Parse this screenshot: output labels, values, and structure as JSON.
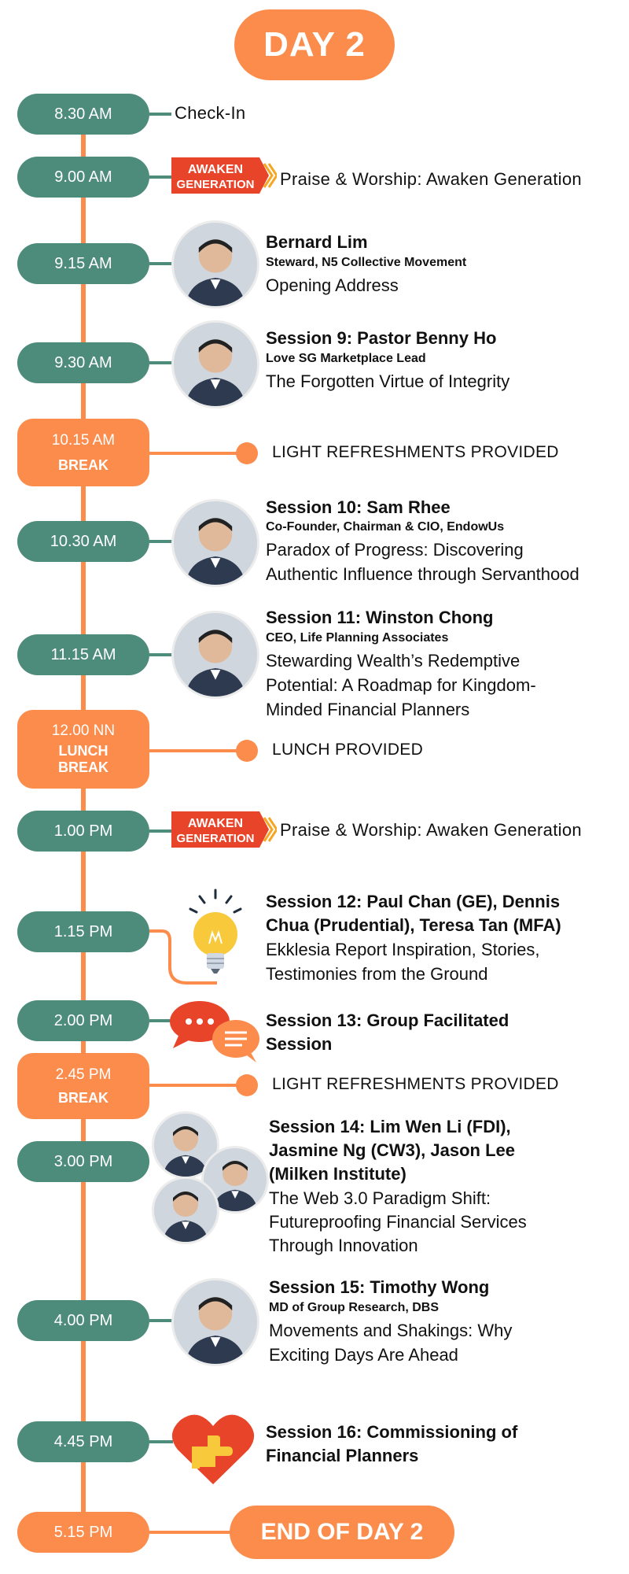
{
  "header": {
    "day": "DAY 2"
  },
  "logo_text": {
    "line1": "AWAKEN",
    "line2": "GENERATION"
  },
  "schedule": {
    "checkin": {
      "time": "8.30 AM",
      "label": "Check-In"
    },
    "worship1": {
      "time": "9.00 AM",
      "label": "Praise & Worship:  Awaken Generation"
    },
    "s_bernard": {
      "time": "9.15 AM",
      "title": "Bernard Lim",
      "sub": "Steward, N5 Collective Movement",
      "desc": "Opening Address"
    },
    "s9": {
      "time": "9.30 AM",
      "title": "Session 9: Pastor Benny Ho",
      "sub": "Love SG Marketplace Lead",
      "desc": "The Forgotten Virtue of Integrity"
    },
    "break1": {
      "time": "10.15 AM",
      "label": "BREAK",
      "note": "LIGHT REFRESHMENTS PROVIDED"
    },
    "s10": {
      "time": "10.30 AM",
      "title": "Session 10: Sam Rhee",
      "sub": "Co-Founder, Chairman & CIO, EndowUs",
      "desc1": "Paradox of Progress: Discovering",
      "desc2": "Authentic Influence through Servanthood"
    },
    "s11": {
      "time": "11.15 AM",
      "title": "Session 11: Winston Chong",
      "sub": "CEO, Life Planning Associates",
      "desc1": "Stewarding Wealth’s Redemptive",
      "desc2": "Potential: A Roadmap for Kingdom-",
      "desc3": "Minded Financial Planners"
    },
    "lunch": {
      "time": "12.00 NN",
      "label1": "LUNCH",
      "label2": "BREAK",
      "note": "LUNCH PROVIDED"
    },
    "worship2": {
      "time": "1.00 PM",
      "label": "Praise & Worship:  Awaken Generation"
    },
    "s12": {
      "time": "1.15 PM",
      "title1": "Session 12: Paul Chan (GE), Dennis",
      "title2": "Chua (Prudential), Teresa Tan (MFA)",
      "desc1": "Ekklesia Report Inspiration, Stories,",
      "desc2": "Testimonies from the Ground"
    },
    "s13": {
      "time": "2.00 PM",
      "title1": "Session 13: Group Facilitated",
      "title2": "Session"
    },
    "break2": {
      "time": "2.45 PM",
      "label": "BREAK",
      "note": "LIGHT REFRESHMENTS PROVIDED"
    },
    "s14": {
      "time": "3.00 PM",
      "title1": "Session 14:  Lim Wen Li (FDI),",
      "title2": "Jasmine Ng (CW3), Jason Lee",
      "title3": "(Milken Institute)",
      "desc1": "The Web 3.0 Paradigm Shift:",
      "desc2": "Futureproofing Financial Services",
      "desc3": "Through Innovation"
    },
    "s15": {
      "time": "4.00 PM",
      "title": "Session 15: Timothy Wong",
      "sub": "MD of Group Research, DBS",
      "desc1": "Movements and Shakings: Why",
      "desc2": "Exciting Days Are Ahead"
    },
    "s16": {
      "time": "4.45 PM",
      "title1": "Session 16: Commissioning of",
      "title2": "Financial Planners"
    },
    "end": {
      "time": "5.15 PM",
      "label": "END OF DAY 2"
    }
  },
  "colors": {
    "accent": "#fb8c4c",
    "teal": "#4d8b7a",
    "logo_red": "#e8442a"
  },
  "icons": [
    "lightbulb-icon",
    "chat-bubbles-icon",
    "heart-hand-icon"
  ]
}
